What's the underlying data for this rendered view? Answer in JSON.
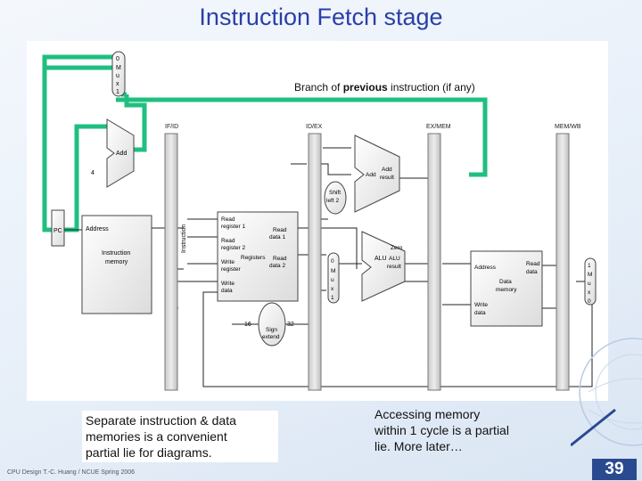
{
  "title": "Instruction Fetch stage",
  "annotation_branch": {
    "prefix": "Branch of ",
    "emphasis": "previous",
    "suffix": " instruction (if any)"
  },
  "pipeline_registers": [
    "IF/ID",
    "ID/EX",
    "EX/MEM",
    "MEM/WB"
  ],
  "mux_left": {
    "top": "0",
    "letters": [
      "M",
      "u",
      "x"
    ],
    "bottom": "1"
  },
  "mux_mid": {
    "top": "0",
    "letters": [
      "M",
      "u",
      "x"
    ],
    "bottom": "1"
  },
  "mux_right": {
    "top": "1",
    "letters": [
      "M",
      "u",
      "x"
    ],
    "bottom": "0"
  },
  "labels": {
    "pc": "PC",
    "add": "Add",
    "four": "4",
    "instruction_vertical": "Instruction",
    "address": "Address",
    "instruction_memory": [
      "Instruction",
      "memory"
    ],
    "read_register_1": [
      "Read",
      "register 1"
    ],
    "read_register_2": [
      "Read",
      "register 2"
    ],
    "write_register": [
      "Write",
      "register"
    ],
    "write_data": [
      "Write",
      "data"
    ],
    "registers": "Registers",
    "read_data_1": [
      "Read",
      "data 1"
    ],
    "read_data_2": [
      "Read",
      "data 2"
    ],
    "sign_extend": [
      "Sign",
      "extend"
    ],
    "sixteen": "16",
    "thirtytwo": "32",
    "shift_left_2": [
      "Shift",
      "left 2"
    ],
    "add_result_add": "Add",
    "add_result": [
      "Add",
      "result"
    ],
    "zero": "Zero",
    "alu": "ALU",
    "alu_result": [
      "ALU",
      "result"
    ],
    "data_address": "Address",
    "read_data": [
      "Read",
      "data"
    ],
    "data_memory": [
      "Data",
      "memory"
    ],
    "data_write_data": [
      "Write",
      "data"
    ]
  },
  "captions": {
    "left": "Separate instruction & data\nmemories is a convenient\npartial lie for diagrams.",
    "right": "Accessing memory\nwithin 1 cycle is a partial\nlie.  More later…"
  },
  "footer": "CPU Design    T.-C. Huang / NCUE    Spring 2006",
  "page_number": "39",
  "colors": {
    "title": "#2a3fa8",
    "highlight": "#1fbf7f",
    "page_badge": "#2a4a90"
  }
}
